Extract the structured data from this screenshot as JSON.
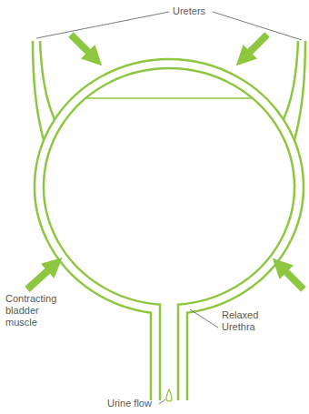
{
  "diagram": {
    "labels": [
      "Ureters",
      "Contracting bladder muscle",
      "Relaxed Urethra",
      "Urine flow"
    ]
  }
}
